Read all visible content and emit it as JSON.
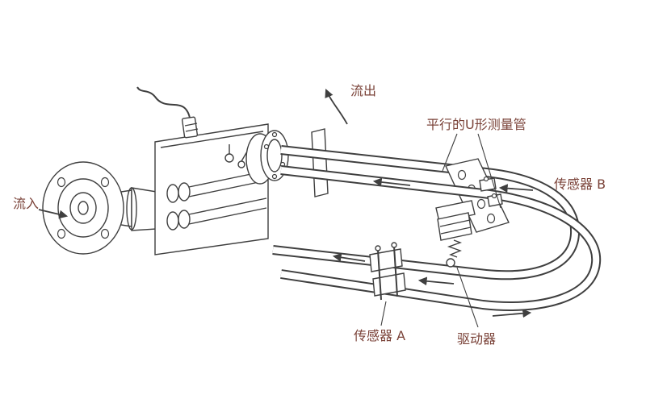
{
  "figure": {
    "type": "technical-line-drawing",
    "subject": "coriolis-mass-flowmeter-u-tube",
    "colors": {
      "background": "#ffffff",
      "line": "#3f3f3f",
      "label": "#7a4238"
    },
    "labels": {
      "inlet": "流入",
      "outlet": "流出",
      "parallel_tubes": "平行的U形测量管",
      "sensor_b": "传感器 B",
      "sensor_a": "传感器 A",
      "driver": "驱动器"
    }
  }
}
